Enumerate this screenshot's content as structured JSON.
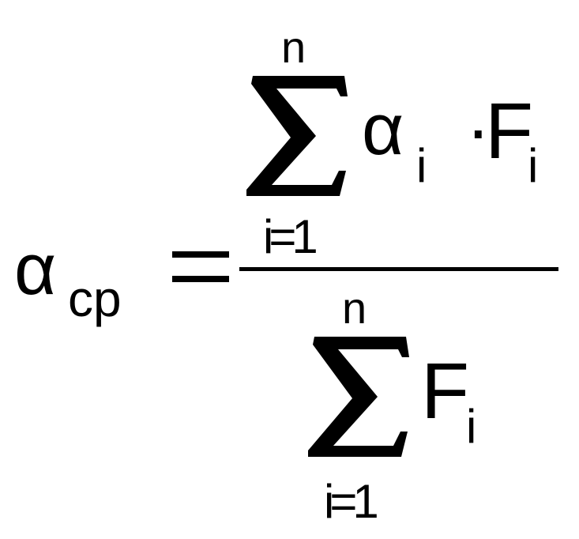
{
  "formula": {
    "lhs": {
      "symbol": "α",
      "subscript": "ср"
    },
    "equals": "=",
    "numerator": {
      "upper_limit": "n",
      "lower_limit": "i=1",
      "term_symbol": "α",
      "term_subscript": "i",
      "operator": "·",
      "factor_symbol": "F",
      "factor_subscript": "i"
    },
    "denominator": {
      "upper_limit": "n",
      "lower_limit": "i=1",
      "term_symbol": "F",
      "term_subscript": "i"
    }
  },
  "colors": {
    "ink": "#000000",
    "background": "#ffffff"
  }
}
